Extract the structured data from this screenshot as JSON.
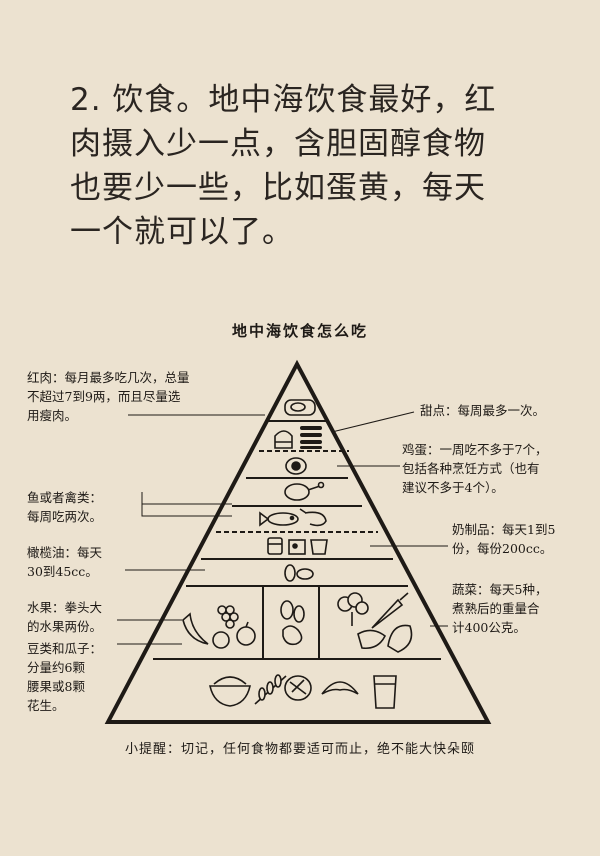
{
  "heading": {
    "lines": [
      "2. 饮食。地中海饮食最好，红",
      "肉摄入少一点，含胆固醇食物",
      "也要少一些，比如蛋黄，每天",
      "一个就可以了。"
    ]
  },
  "pyramid": {
    "title": "地中海饮食怎么吃",
    "notes": {
      "red_meat": [
        "红肉：每月最多吃几次，总量",
        "不超过7到9两，而且尽量选",
        "用瘦肉。"
      ],
      "sweets": [
        "甜点：每周最多一次。"
      ],
      "eggs": [
        "鸡蛋：一周吃不多于7个，",
        "包括各种烹饪方式（也有",
        "建议不多于4个）。"
      ],
      "fish_poultry": [
        "鱼或者禽类：",
        "每周吃两次。"
      ],
      "dairy": [
        "奶制品：每天1到5",
        "份，每份200cc。"
      ],
      "olive_oil": [
        "橄榄油：每天",
        "30到45cc。"
      ],
      "fruit": [
        "水果：拳头大",
        "的水果两份。"
      ],
      "beans_seeds": [
        "豆类和瓜子：",
        "分量约6颗",
        "腰果或8颗",
        "花生。"
      ],
      "vegetables": [
        "蔬菜：每天5种，",
        "煮熟后的重量合",
        "计400公克。"
      ]
    },
    "tip": "小提醒：切记，任何食物都要适可而止，绝不能大快朵颐"
  }
}
